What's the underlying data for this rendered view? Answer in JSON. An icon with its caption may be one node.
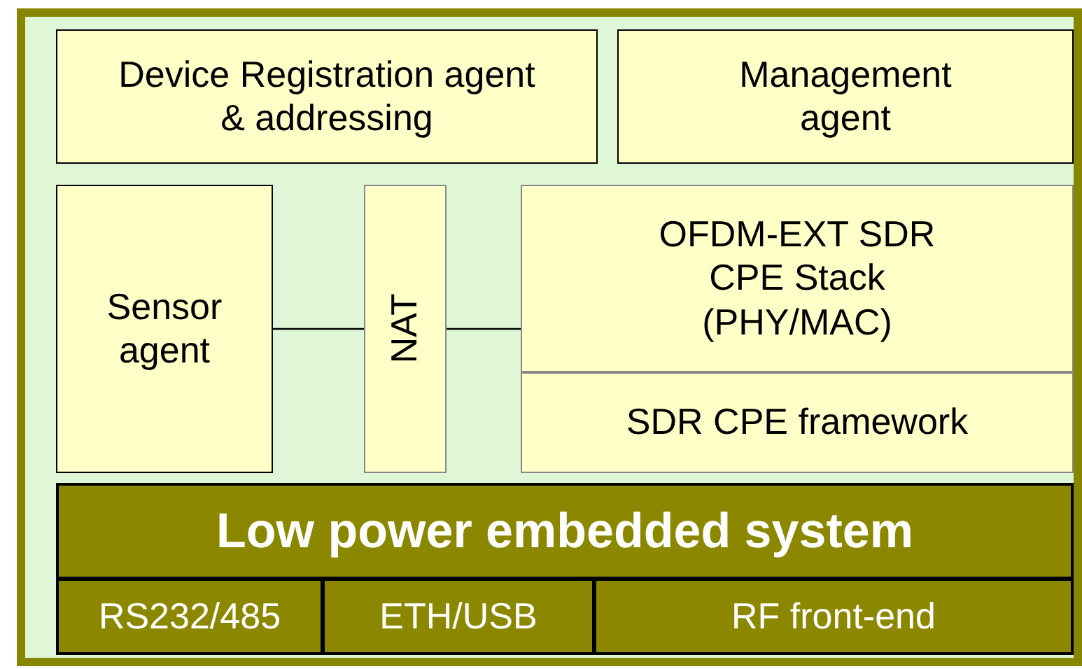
{
  "diagram": {
    "nodes": [
      {
        "text": [],
        "shape": "box"
      },
      {
        "text": [
          "Device Registration agent & addressing"
        ],
        "in": 0
      },
      {
        "text": [
          "Management agent"
        ],
        "in": 0
      },
      {
        "text": [
          "Sensor agent"
        ],
        "in": 0
      },
      {
        "text": [
          "NAT"
        ],
        "in": 0
      },
      {
        "text": [
          "OFDM-EXT SDR CPE Stack (PHY/MAC)"
        ],
        "in": 0
      },
      {
        "text": [
          "SDR CPE framework"
        ],
        "in": 0
      },
      {
        "text": [
          "Low power embedded system"
        ],
        "in": 0
      },
      {
        "text": [
          "RS232/485"
        ],
        "in": 0
      },
      {
        "text": [
          "ETH/USB"
        ],
        "in": 0
      },
      {
        "text": [
          "RF front-end"
        ],
        "in": 0
      }
    ],
    "edges": [
      {
        "from": 3,
        "to": 4,
        "arrow": "none"
      },
      {
        "from": 4,
        "to": 5,
        "arrow": "none"
      }
    ]
  }
}
